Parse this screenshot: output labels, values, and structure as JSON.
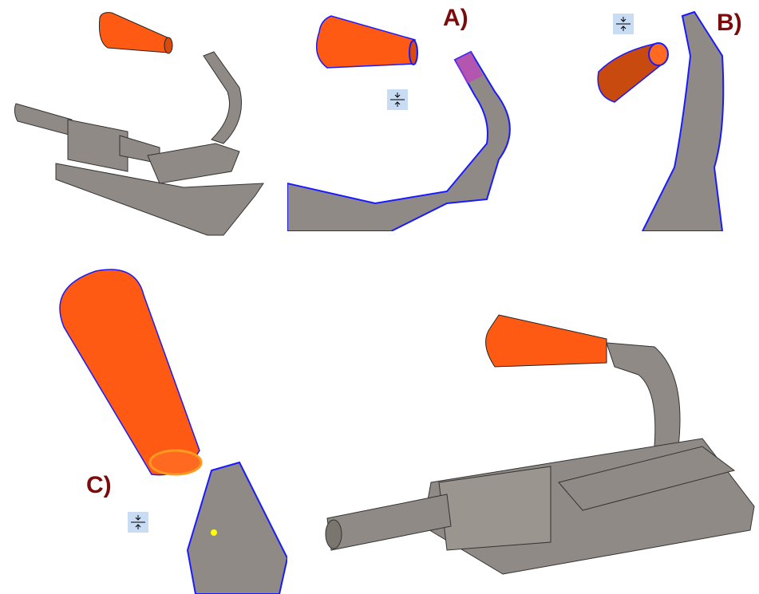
{
  "labels": {
    "a": "A)",
    "b": "B)",
    "c": "C)"
  },
  "icons": {
    "mate": "mate-constraint-icon",
    "cursor": "arrow-cursor-icon"
  },
  "colors": {
    "handle": "#ff5a14",
    "body": "#8f8a85",
    "edge_highlight": "#1a1aff",
    "label": "#7a0c0c",
    "icon_bg": "#c8dcf4",
    "face_highlight": "#c040c0"
  }
}
